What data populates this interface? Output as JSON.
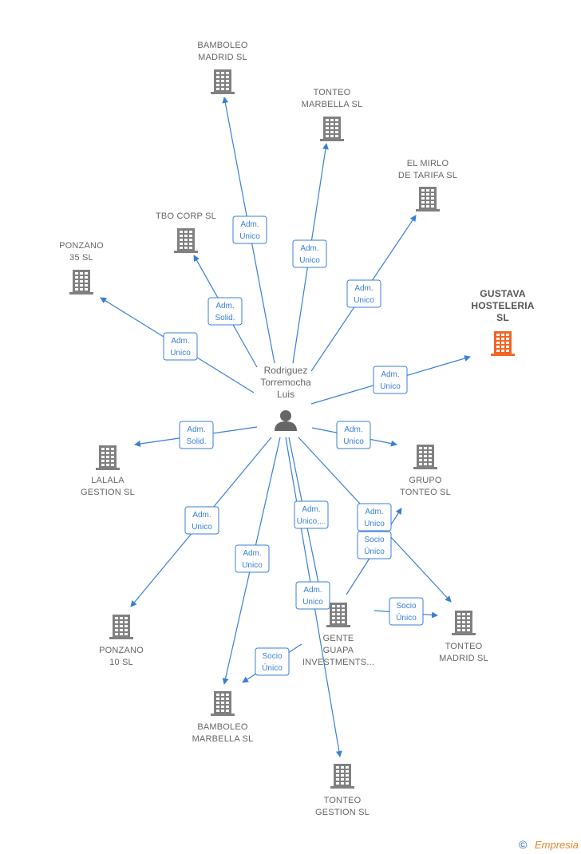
{
  "colors": {
    "edge": "#3a7fd5",
    "building": "#808080",
    "highlight": "#f26522"
  },
  "person": {
    "label": [
      "Rodriguez",
      "Torremocha",
      "Luis"
    ],
    "icon": "person-icon"
  },
  "companies": [
    {
      "id": "bamboleo-madrid",
      "label": [
        "BAMBOLEO",
        "MADRID  SL"
      ],
      "highlight": false
    },
    {
      "id": "tonteo-marbella",
      "label": [
        "TONTEO",
        "MARBELLA  SL"
      ],
      "highlight": false
    },
    {
      "id": "el-mirlo",
      "label": [
        "EL MIRLO",
        "DE TARIFA  SL"
      ],
      "highlight": false
    },
    {
      "id": "tbo-corp",
      "label": [
        "TBO CORP  SL"
      ],
      "highlight": false
    },
    {
      "id": "ponzano-35",
      "label": [
        "PONZANO",
        "35  SL"
      ],
      "highlight": false
    },
    {
      "id": "gustava",
      "label": [
        "GUSTAVA",
        "HOSTELERIA",
        "SL"
      ],
      "highlight": true
    },
    {
      "id": "lalala",
      "label": [
        "LALALA",
        "GESTION  SL"
      ],
      "highlight": false
    },
    {
      "id": "grupo-tonteo",
      "label": [
        "GRUPO",
        "TONTEO  SL"
      ],
      "highlight": false
    },
    {
      "id": "ponzano-10",
      "label": [
        "PONZANO",
        "10  SL"
      ],
      "highlight": false
    },
    {
      "id": "tonteo-madrid",
      "label": [
        "TONTEO",
        "MADRID  SL"
      ],
      "highlight": false
    },
    {
      "id": "gente-guapa",
      "label": [
        "GENTE",
        "GUAPA",
        "INVESTMENTS..."
      ],
      "highlight": false
    },
    {
      "id": "bamboleo-marbella",
      "label": [
        "BAMBOLEO",
        "MARBELLA  SL"
      ],
      "highlight": false
    },
    {
      "id": "tonteo-gestion",
      "label": [
        "TONTEO",
        "GESTION  SL"
      ],
      "highlight": false
    }
  ],
  "edges": [
    {
      "from": "person",
      "to": "bamboleo-madrid",
      "label": [
        "Adm.",
        "Unico"
      ]
    },
    {
      "from": "person",
      "to": "tonteo-marbella",
      "label": [
        "Adm.",
        "Unico"
      ]
    },
    {
      "from": "person",
      "to": "el-mirlo",
      "label": [
        "Adm.",
        "Unico"
      ]
    },
    {
      "from": "person",
      "to": "tbo-corp",
      "label": [
        "Adm.",
        "Solid."
      ]
    },
    {
      "from": "person",
      "to": "ponzano-35",
      "label": [
        "Adm.",
        "Unico"
      ]
    },
    {
      "from": "person",
      "to": "gustava",
      "label": [
        "Adm.",
        "Unico"
      ]
    },
    {
      "from": "person",
      "to": "lalala",
      "label": [
        "Adm.",
        "Solid."
      ]
    },
    {
      "from": "person",
      "to": "grupo-tonteo",
      "label": [
        "Adm.",
        "Unico"
      ]
    },
    {
      "from": "person",
      "to": "ponzano-10",
      "label": [
        "Adm.",
        "Unico"
      ]
    },
    {
      "from": "person",
      "to": "bamboleo-marbella",
      "label": [
        "Adm.",
        "Unico"
      ]
    },
    {
      "from": "person",
      "to": "gente-guapa",
      "label": [
        "Adm.",
        "Unico,..."
      ]
    },
    {
      "from": "person",
      "to": "tonteo-madrid",
      "label": [
        "Adm.",
        "Unico"
      ]
    },
    {
      "from": "person",
      "to": "tonteo-gestion",
      "label": [
        "Adm.",
        "Unico"
      ]
    },
    {
      "from": "gente-guapa",
      "to": "grupo-tonteo",
      "label": [
        "Socio",
        "Único"
      ]
    },
    {
      "from": "gente-guapa",
      "to": "tonteo-madrid",
      "label": [
        "Socio",
        "Único"
      ]
    },
    {
      "from": "gente-guapa",
      "to": "bamboleo-marbella",
      "label": [
        "Socio",
        "Único"
      ]
    }
  ],
  "footer": {
    "copyright": "©",
    "brand": "Empresia"
  }
}
